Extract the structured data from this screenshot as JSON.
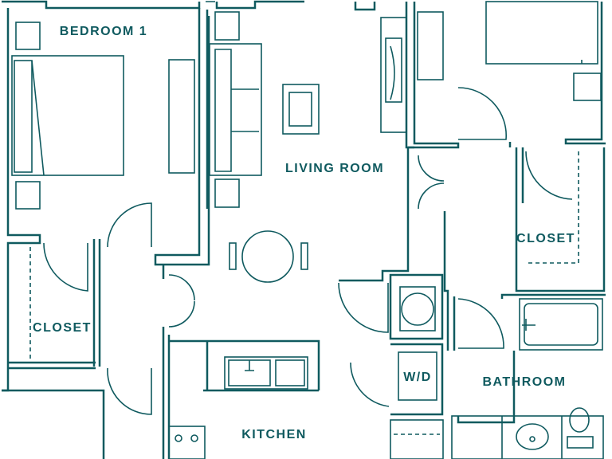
{
  "rooms": {
    "bedroom": "BEDROOM 1",
    "living": "LIVING ROOM",
    "closet_left": "CLOSET",
    "closet_right": "CLOSET",
    "washer_dryer": "W/D",
    "bathroom": "BATHROOM",
    "kitchen": "KITCHEN"
  },
  "colors": {
    "line": "#0f5a5f",
    "background": "#ffffff"
  }
}
